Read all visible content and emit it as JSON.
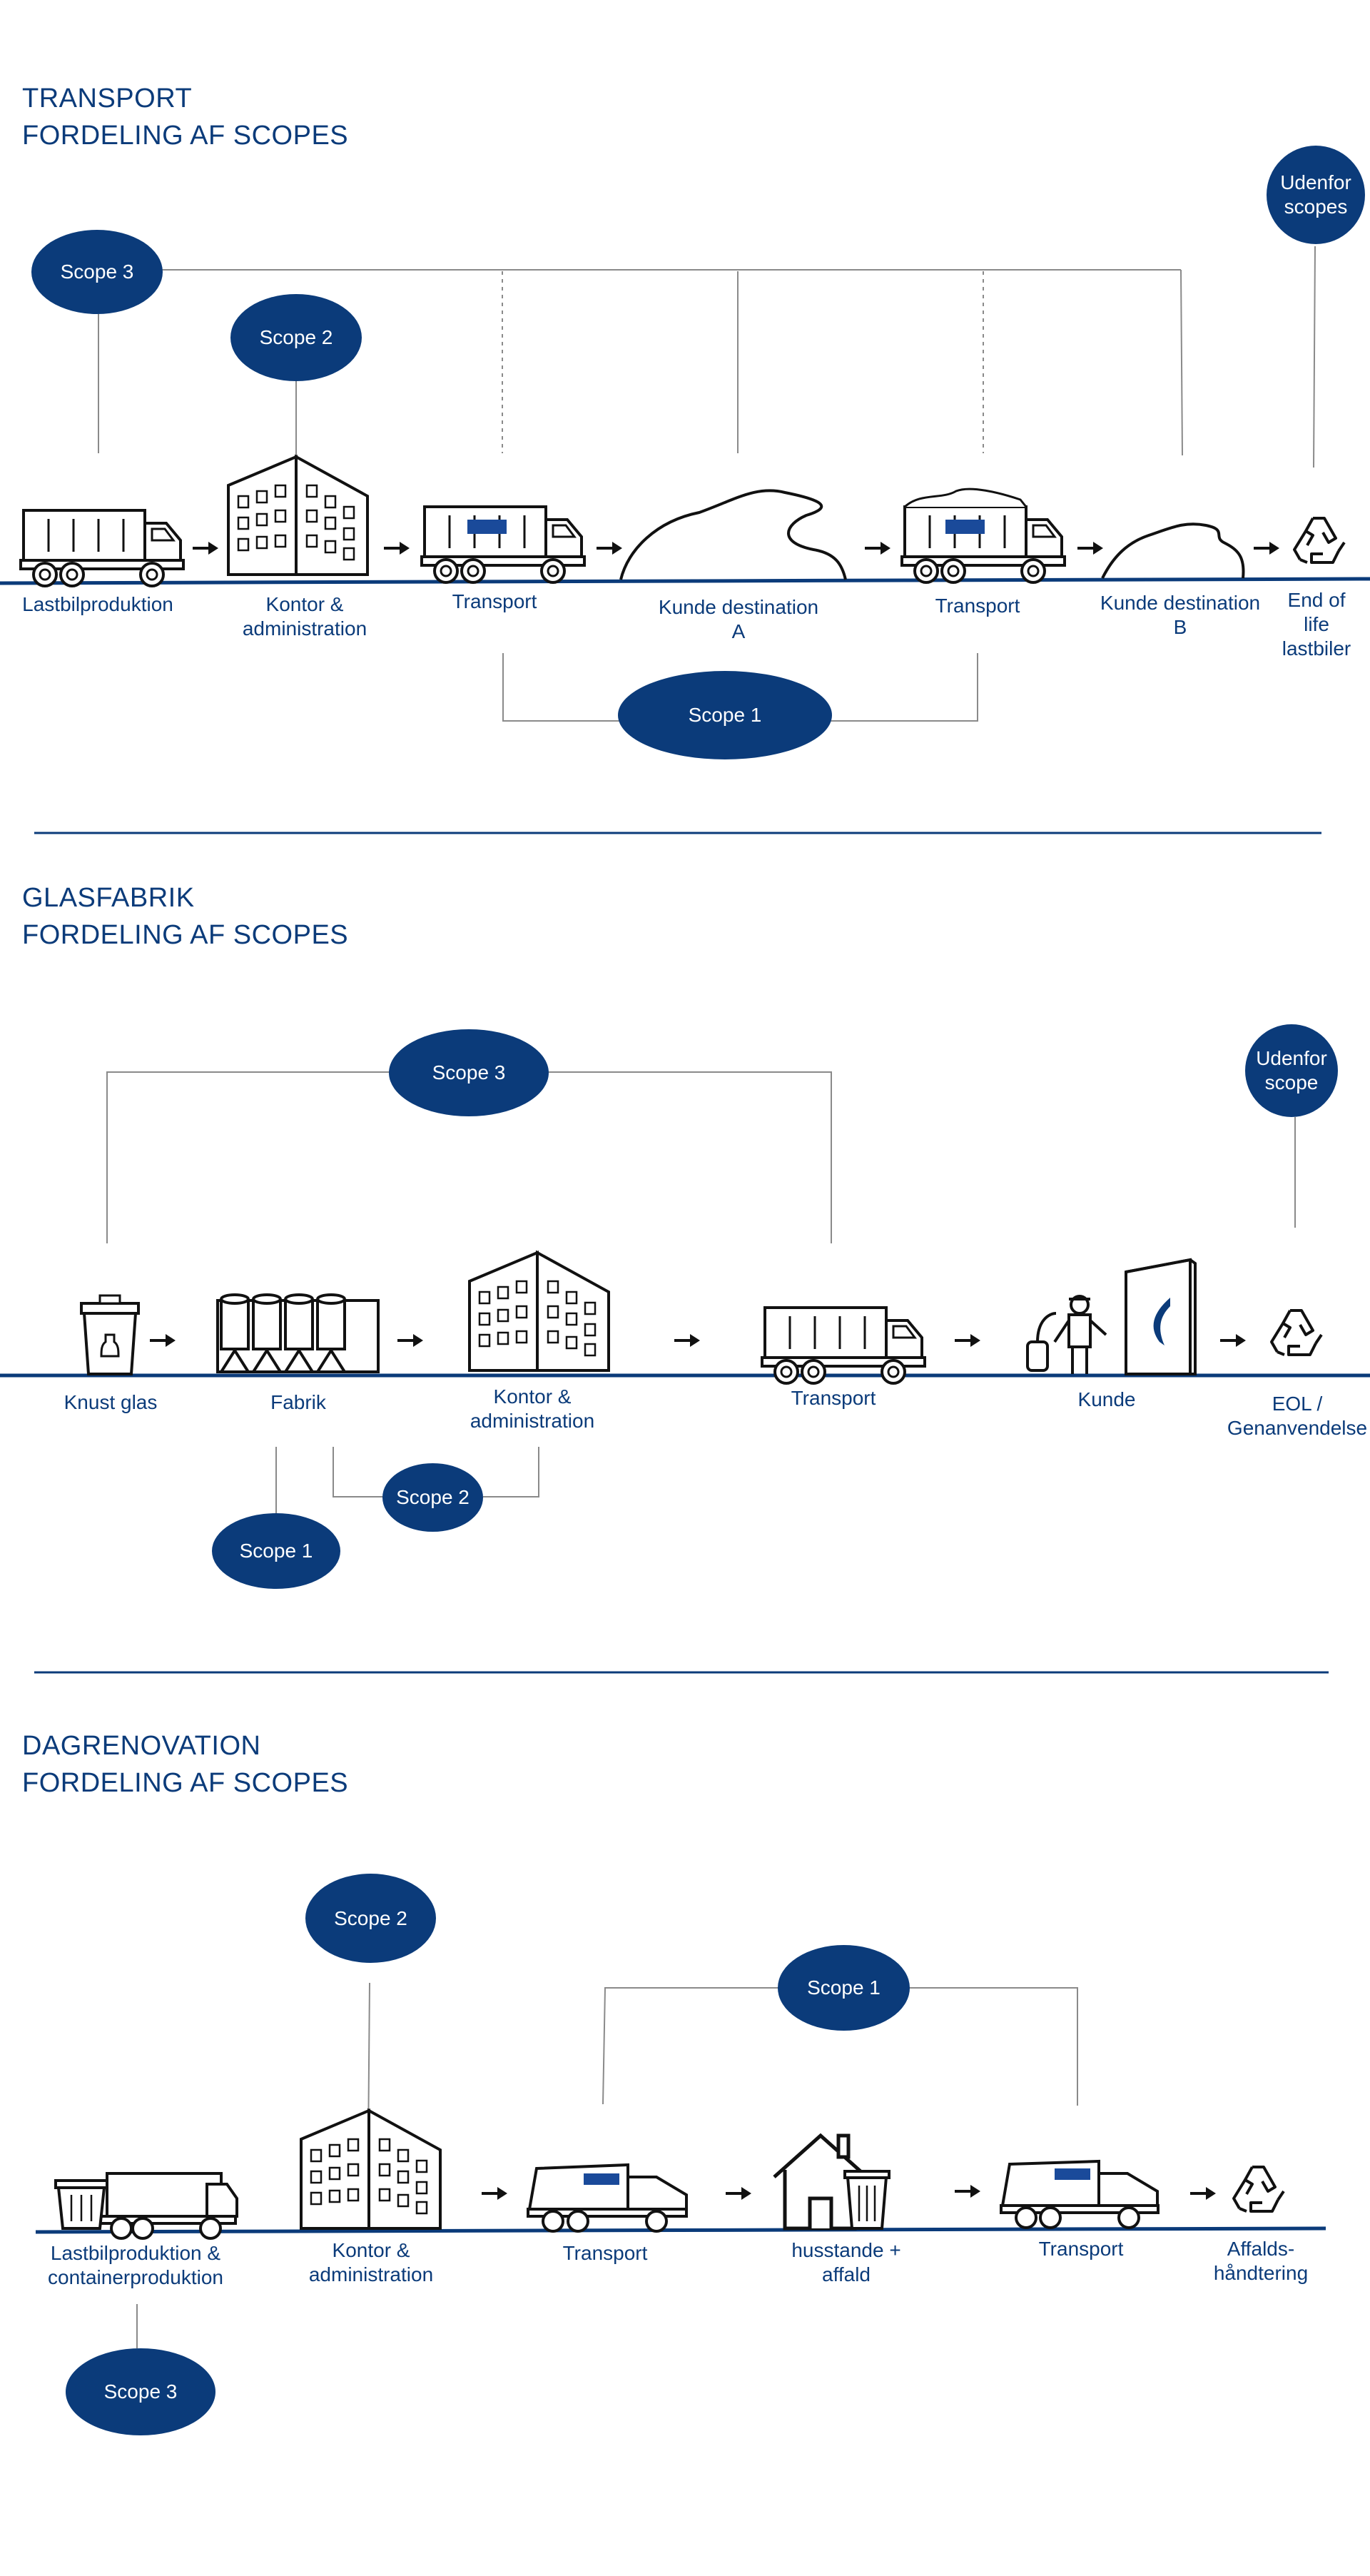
{
  "colors": {
    "brand": "#0b3b7a",
    "line": "#808080",
    "text": "#0b3b7a"
  },
  "icons": [
    "truck-icon",
    "office-building-icon",
    "arrow-right-icon",
    "landscape-icon",
    "recycle-icon",
    "glass-bin-icon",
    "silo-factory-icon",
    "worker-icon",
    "sign-icon",
    "garbage-truck-icon",
    "house-icon",
    "waste-container-icon"
  ],
  "sections": [
    {
      "title_line1": "TRANSPORT",
      "title_line2": "FORDELING AF SCOPES",
      "labels": [
        "Lastbilproduktion",
        "Kontor &\nadministration",
        "Transport",
        "Kunde destination\nA",
        "Transport",
        "Kunde destination\nB",
        "End of life\nlastbiler"
      ],
      "scopes": [
        "Scope 3",
        "Scope 2",
        "Scope 1",
        "Udenfor\nscopes"
      ]
    },
    {
      "title_line1": "GLASFABRIK",
      "title_line2": "FORDELING AF SCOPES",
      "labels": [
        "Knust glas",
        "Fabrik",
        "Kontor &\nadministration",
        "Transport",
        "Kunde",
        "EOL /\nGenanvendelse"
      ],
      "scopes": [
        "Scope 3",
        "Udenfor\nscope",
        "Scope 2",
        "Scope 1"
      ]
    },
    {
      "title_line1": "DAGRENOVATION",
      "title_line2": "FORDELING AF SCOPES",
      "labels": [
        "Lastbilproduktion &\ncontainerproduktion",
        "Kontor &\nadministration",
        "Transport",
        "husstande +\naffald",
        "Transport",
        "Affalds-\nhåndtering"
      ],
      "scopes": [
        "Scope 2",
        "Scope 1",
        "Scope 3"
      ]
    }
  ]
}
